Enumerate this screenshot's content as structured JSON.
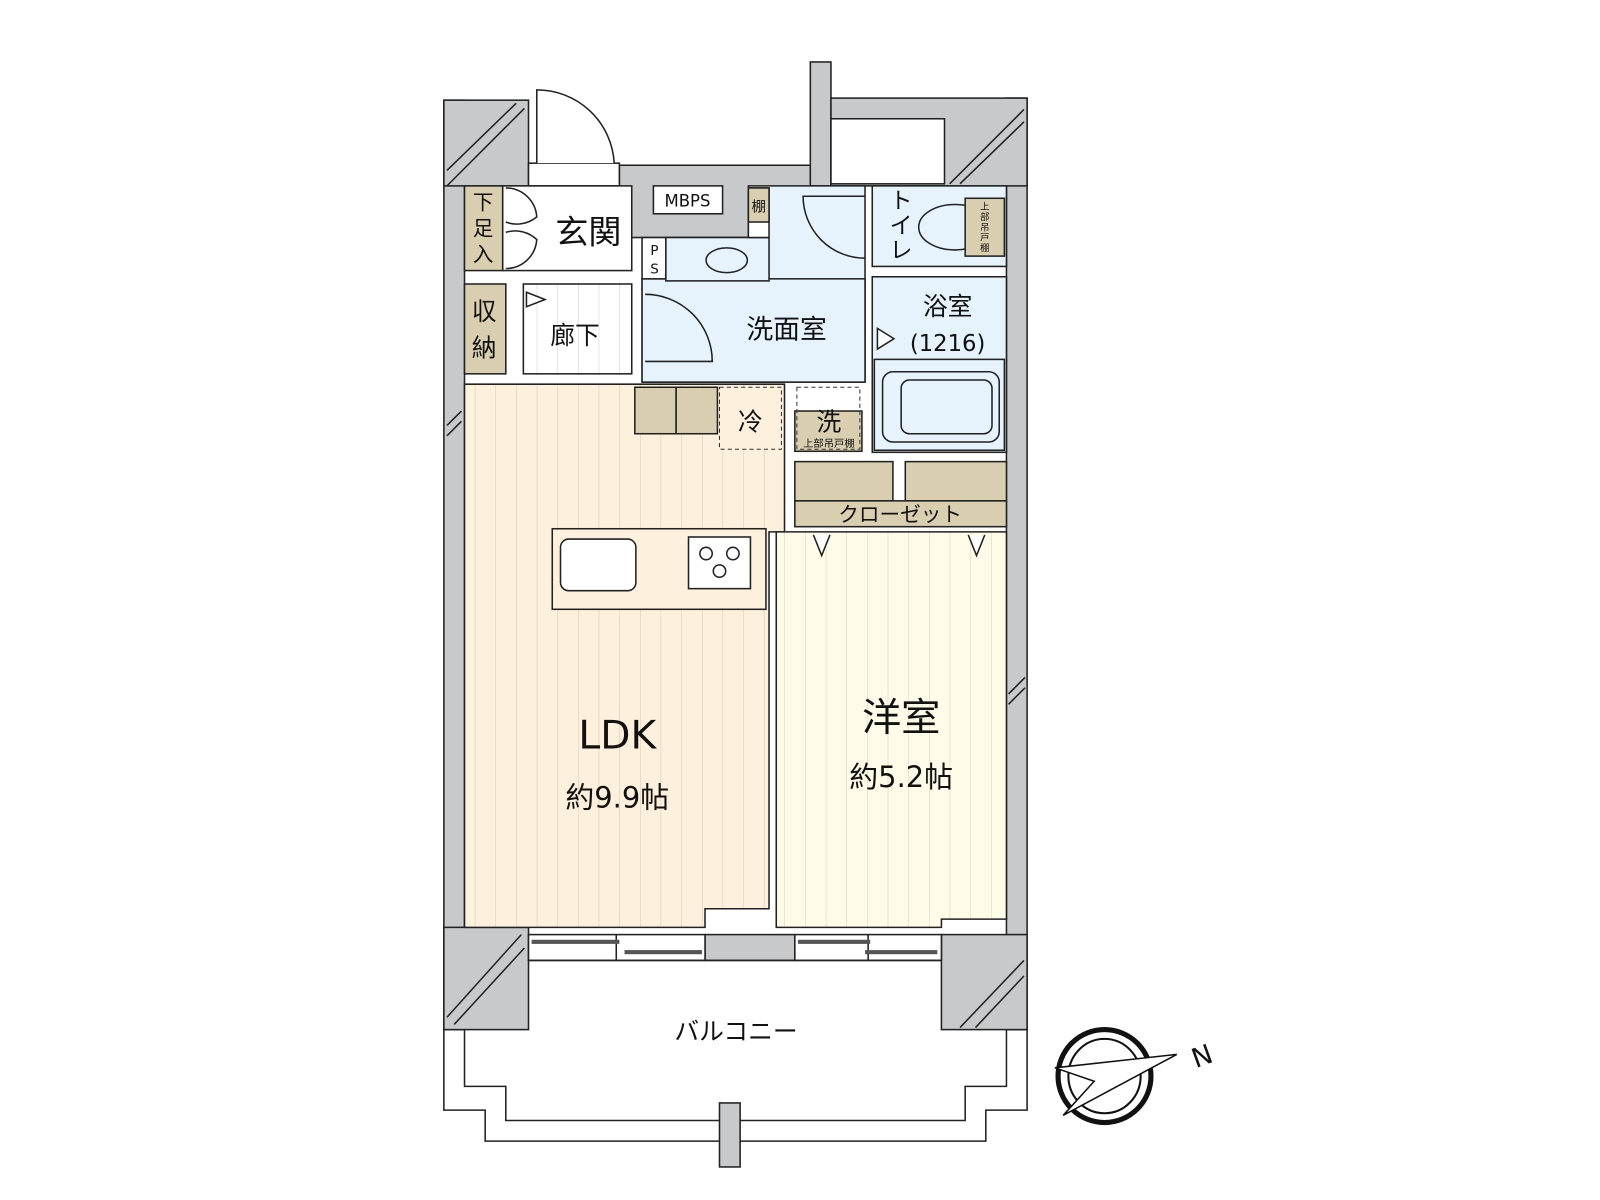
{
  "rooms": {
    "entrance": "玄関",
    "shoe_storage": [
      "下",
      "足",
      "入"
    ],
    "storage": [
      "収",
      "納"
    ],
    "hallway": "廊下",
    "washroom": "洗面室",
    "shelf": "棚",
    "ps": [
      "P",
      "S"
    ],
    "mbps": "MBPS",
    "toilet": [
      "ト",
      "イ",
      "レ"
    ],
    "toilet_cabinet": [
      "上",
      "部",
      "吊",
      "戸",
      "棚"
    ],
    "bathroom": "浴室",
    "bathroom_size": "(1216)",
    "fridge": "冷",
    "washer": "洗",
    "washer_cabinet": "上部吊戸棚",
    "closet": "クローゼット",
    "ldk": "LDK",
    "ldk_size": "約9.9帖",
    "western_room": "洋室",
    "western_room_size": "約5.2帖",
    "balcony": "バルコニー"
  },
  "compass": {
    "label": "N"
  },
  "colors": {
    "wall": "#c8c9ca",
    "ldk_floor": "#fdf0dc",
    "western_floor": "#fffbe9",
    "wet_area": "#e6f3fc",
    "storage": "#d9cfb0"
  }
}
